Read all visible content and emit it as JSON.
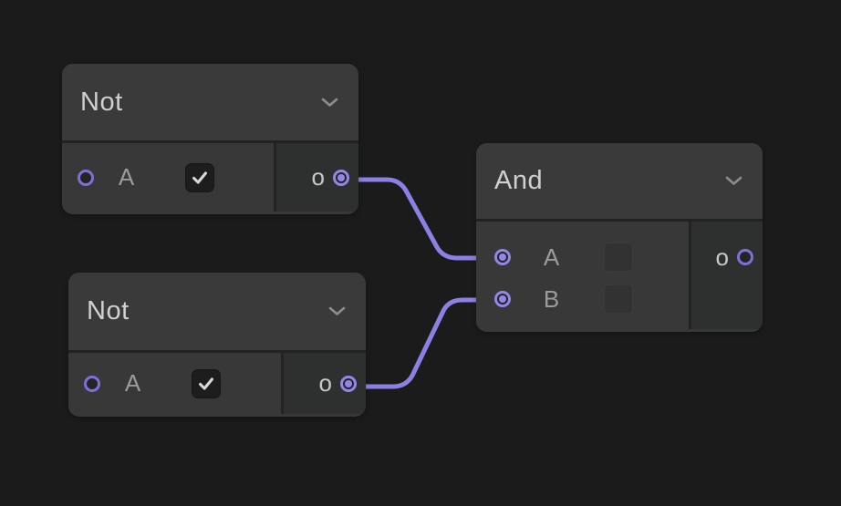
{
  "app": {
    "view": "logic-node-editor"
  },
  "colors": {
    "background": "#1b1b1b",
    "node_header": "#3a3a3a",
    "node_body": "#383838",
    "node_output_section": "#2e2f2f",
    "title_text": "#d0d0d0",
    "label_text": "#9b9b9b",
    "output_label_text": "#c8c8c8",
    "port_ring": "#7d71d8",
    "port_connected": "#9187e8",
    "wire": "#8b80e4",
    "checkbox_bg": "#1d1d1d",
    "checkmark": "#d8d8d8"
  },
  "nodes": [
    {
      "title": "Not",
      "inputs": [
        {
          "label": "A",
          "checkbox": "checked",
          "connected": false
        }
      ],
      "outputs": [
        {
          "label": "o",
          "connected": true
        }
      ]
    },
    {
      "title": "Not",
      "inputs": [
        {
          "label": "A",
          "checkbox": "checked",
          "connected": false
        }
      ],
      "outputs": [
        {
          "label": "o",
          "connected": true
        }
      ]
    },
    {
      "title": "And",
      "inputs": [
        {
          "label": "A",
          "checkbox": "unchecked",
          "connected": true
        },
        {
          "label": "B",
          "checkbox": "unchecked",
          "connected": true
        }
      ],
      "outputs": [
        {
          "label": "o",
          "connected": false
        }
      ]
    }
  ],
  "edges": [
    {
      "from": "Not-1 output o",
      "to": "And input A"
    },
    {
      "from": "Not-2 output o",
      "to": "And input B"
    }
  ]
}
